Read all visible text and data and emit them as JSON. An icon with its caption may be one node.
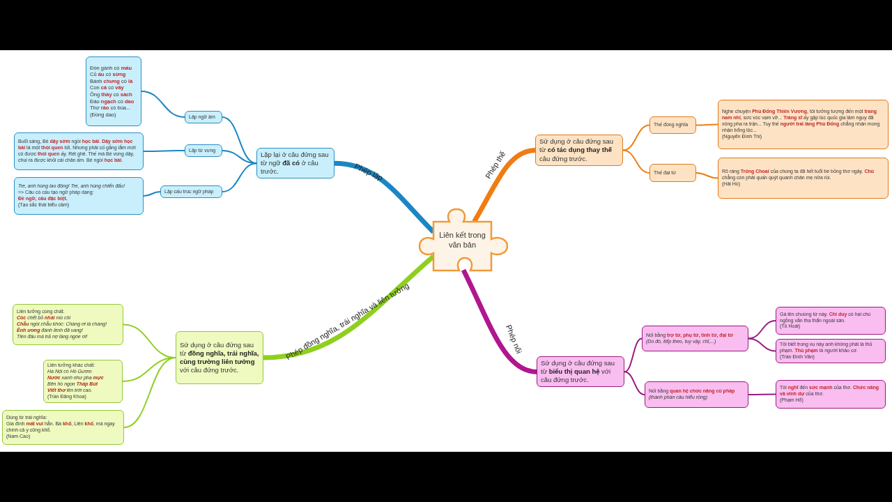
{
  "diagram": {
    "nodes": [
      {
        "text": [
          "Liên kết trong văn bản"
        ]
      },
      {
        "text": [
          "Lặp lại ở câu đứng sau từ ngữ **đã có** ở câu trước."
        ]
      },
      {
        "text": [
          "Lặp ngữ âm"
        ]
      },
      {
        "text": [
          "Lặp từ vựng"
        ]
      },
      {
        "text": [
          "Lặp cấu trúc ngữ pháp"
        ]
      },
      {
        "text": [
          "Đòn gánh có **mấu**",
          "Củ **ấu** có **sừng**",
          "Bánh **chưng** có **lá**",
          "Con **cá** có **vây**",
          "Ông **thầy** có **sách**",
          "Đào **ngạch** có **dao**",
          "Thợ **rào** có búa...",
          "(Đồng dao)"
        ]
      },
      {
        "text": [
          "Buổi sáng, Bé **dậy sớm** ngồi **học bài**. **Dậy sớm học bài** là một **thói quen** tốt. Nhưng phải cố gắng lắm mới có được **thói quen** ấy. Rét ghê. Thế mà Bé vùng dậy, chui ra được khỏi cái chăn ấm. Bé ngồi **học bài**."
        ]
      },
      {
        "text": [
          "Tre, anh hùng lao động! Tre, anh hùng chiến đấu!",
          "=> Câu có cấu tạo ngữ pháp dạng:",
          "**Đề ngữ, câu đặc biệt.**",
          "(Tạo sắc thái biểu cảm)"
        ]
      },
      {
        "text": [
          "Sử dụng ở câu đứng sau từ **có tác dụng thay thế** câu đứng trước."
        ]
      },
      {
        "text": [
          "Thế đồng nghĩa"
        ]
      },
      {
        "text": [
          "Thế đại từ"
        ]
      },
      {
        "text": [
          "Nghe chuyện **Phù Đổng Thiên Vương**, tôi tưởng tượng đến một **trang nam nhi**, sức vóc vạm vỡ... **Tráng sĩ** ấy gặp lúc quốc gia lâm nguy đã xông pha ra trận... Tuy thế **người trai làng Phù Đổng** chẳng nhận mong nhận bổng lộc...",
          "(Nguyễn Đình Thi)"
        ]
      },
      {
        "text": [
          "Rõ ràng **Trống Choai** của chúng ta đã hết tuổi bé bỏng thơ ngây. **Chú** chẳng còn phải quấn quýt quanh chân mẹ nữa rồi.",
          "(Hải Hồ)"
        ]
      },
      {
        "text": [
          "Sử dụng ở câu đứng sau từ **đồng nghĩa, trái nghĩa, cùng trường liên tưởng** với câu đứng trước."
        ]
      },
      {
        "text": [
          "Liên tưởng cùng chất:",
          "**Cóc** chết bỏ **nhái** mồ côi",
          "**Chẫu** ngồi chẫu khóc: Chàng ơi là chàng!",
          "**Ễnh ương** đánh lềnh đã vang!",
          "Tiền đâu mà trả nợ làng ngóe ơi!"
        ]
      },
      {
        "text": [
          "Liên tưởng khác chất:",
          "Hà Nội có Hồ Gươm",
          "**Nước** xanh như pha **mực**",
          "Bên hồ ngọn **Tháp Bút**",
          "**Viết thơ** lên trời cao.",
          "(Trần Đăng Khoa)"
        ]
      },
      {
        "text": [
          "Dùng từ trái nghĩa:",
          "Gia đình **mất vui** hẳn. Bà **khổ**, Liên **khổ**, mà ngay chính cả y cũng khổ.",
          "(Nam Cao)"
        ]
      },
      {
        "text": [
          "Sử dụng ở câu đứng sau từ **biểu thị quan hệ** với câu đứng trước."
        ]
      },
      {
        "text": [
          "Nối bằng **trợ từ, phụ từ, tình từ, đại từ**",
          "(Do đó, tiếp theo, tuy vậy, chỉ,...)"
        ]
      },
      {
        "text": [
          "Nối bằng **quan hệ chức năng cú pháp**",
          "(thành phần câu hiểu rộng)"
        ]
      },
      {
        "text": [
          "Gà lên chuồng từ này. **Chỉ duy** có hai chú ngỗng vẫn tha thẩn ngoài sân.",
          "(Tô Hoài)"
        ]
      },
      {
        "text": [
          "Tôi biết trong vụ này anh không phải là thủ phạm. **Thủ phạm** là người khảo cơ.",
          "(Trần Đình Văn)"
        ]
      },
      {
        "text": [
          "Tôi **nghĩ** đến **sức mạnh** của thơ. **Chức năng và vinh dự** của thơ.",
          "(Phạm Hổ)"
        ]
      }
    ],
    "edges": [
      {
        "from": 0,
        "to": 1,
        "arrow": "none",
        "label": "Phép lặp",
        "style": "thick",
        "color": "#1b86c3"
      },
      {
        "from": 0,
        "to": 8,
        "arrow": "none",
        "label": "Phép thế",
        "style": "thick",
        "color": "#f07c12"
      },
      {
        "from": 0,
        "to": 13,
        "arrow": "none",
        "label": "Phép đồng nghĩa, trái nghĩa và liên tưởng",
        "style": "thick",
        "color": "#8fcf1f"
      },
      {
        "from": 0,
        "to": 17,
        "arrow": "none",
        "label": "Phép nối",
        "style": "thick",
        "color": "#b1168f"
      },
      {
        "from": 1,
        "to": 2,
        "arrow": "none",
        "color": "#1b86c3"
      },
      {
        "from": 1,
        "to": 3,
        "arrow": "none",
        "color": "#1b86c3"
      },
      {
        "from": 1,
        "to": 4,
        "arrow": "none",
        "color": "#1b86c3"
      },
      {
        "from": 2,
        "to": 5,
        "arrow": "none",
        "color": "#1b86c3"
      },
      {
        "from": 3,
        "to": 6,
        "arrow": "none",
        "color": "#1b86c3"
      },
      {
        "from": 4,
        "to": 7,
        "arrow": "none",
        "color": "#1b86c3"
      },
      {
        "from": 8,
        "to": 9,
        "arrow": "none",
        "color": "#f07c12"
      },
      {
        "from": 8,
        "to": 10,
        "arrow": "none",
        "color": "#f07c12"
      },
      {
        "from": 9,
        "to": 11,
        "arrow": "none",
        "color": "#f07c12"
      },
      {
        "from": 10,
        "to": 12,
        "arrow": "none",
        "color": "#f07c12"
      },
      {
        "from": 13,
        "to": 14,
        "arrow": "none",
        "color": "#8fcf1f"
      },
      {
        "from": 13,
        "to": 15,
        "arrow": "none",
        "color": "#8fcf1f"
      },
      {
        "from": 13,
        "to": 16,
        "arrow": "none",
        "color": "#8fcf1f"
      },
      {
        "from": 17,
        "to": 18,
        "arrow": "none",
        "color": "#9a1a7e"
      },
      {
        "from": 17,
        "to": 19,
        "arrow": "none",
        "color": "#9a1a7e"
      },
      {
        "from": 18,
        "to": 20,
        "arrow": "none",
        "color": "#9a1a7e"
      },
      {
        "from": 18,
        "to": 21,
        "arrow": "none",
        "color": "#9a1a7e"
      },
      {
        "from": 19,
        "to": 22,
        "arrow": "none",
        "color": "#9a1a7e"
      }
    ]
  }
}
